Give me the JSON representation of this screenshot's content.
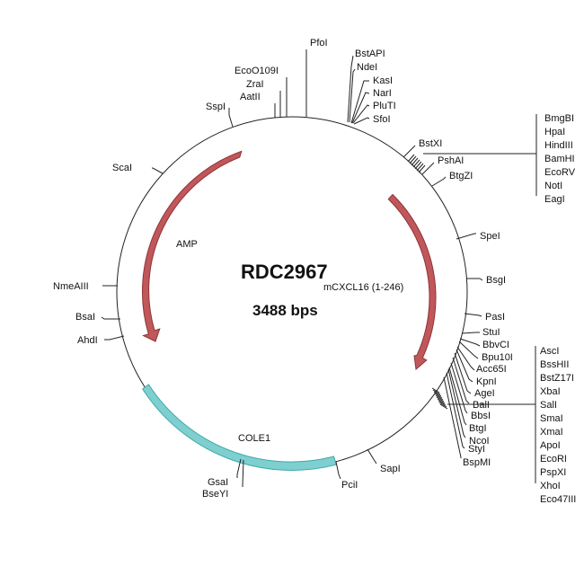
{
  "plasmid": {
    "name": "RDC2967",
    "size_label": "3488 bps"
  },
  "colors": {
    "amp": "#c0575b",
    "amp_stroke": "#8e3538",
    "mcxcl16": "#c0575b",
    "cole1": "#7ecfcf",
    "cole1_stroke": "#3fa8a8",
    "line": "#222222"
  },
  "features": [
    {
      "id": "amp",
      "label": "AMP"
    },
    {
      "id": "mcxcl16",
      "label": "mCXCL16 (1-246)"
    },
    {
      "id": "cole1",
      "label": "COLE1"
    }
  ],
  "sites": {
    "pfoi": "PfoI",
    "ecoo109i": "EcoO109I",
    "zrai": "ZraI",
    "aatii": "AatII",
    "sspi": "SspI",
    "scai": "ScaI",
    "nmeaiii": "NmeAIII",
    "bsai": "BsaI",
    "ahdi": "AhdI",
    "gsai": "GsaI",
    "bseyi": "BseYI",
    "pcii": "PciI",
    "sapi": "SapI",
    "bstapi": "BstAPI",
    "ndei": "NdeI",
    "kasi": "KasI",
    "nari": "NarI",
    "pluti": "PluTI",
    "sfoi": "SfoI",
    "bstxi": "BstXI",
    "pshai": "PshAI",
    "btgzi": "BtgZI",
    "spei": "SpeI",
    "bsgi": "BsgI",
    "pasi": "PasI",
    "stui": "StuI",
    "bbvci": "BbvCI",
    "bpu10i": "Bpu10I",
    "acc65i": "Acc65I",
    "kpni": "KpnI",
    "agei": "AgeI",
    "bali": "BalI",
    "bbsi": "BbsI",
    "btgi": "BtgI",
    "ncoi": "NcoI",
    "styi": "StyI",
    "bspmi": "BspMI"
  },
  "cluster_upper": [
    "BmgBI",
    "HpaI",
    "HindIII",
    "BamHI",
    "EcoRV",
    "NotI",
    "EagI"
  ],
  "cluster_lower": [
    "AscI",
    "BssHII",
    "BstZ17I",
    "XbaI",
    "SalI",
    "SmaI",
    "XmaI",
    "ApoI",
    "EcoRI",
    "PspXI",
    "XhoI",
    "Eco47III"
  ]
}
